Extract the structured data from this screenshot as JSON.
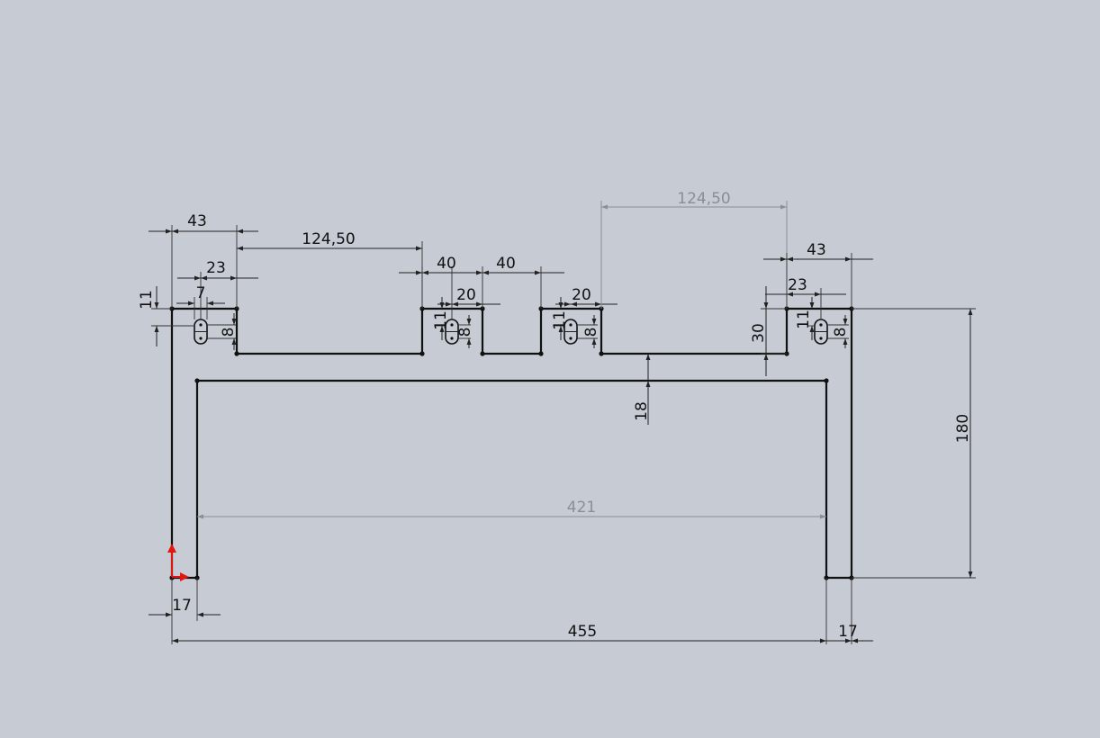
{
  "dimensions": {
    "width_43_left": "43",
    "width_43_right": "43",
    "span_124_left": "124,50",
    "span_124_right": "124,50",
    "offset_40_a": "40",
    "offset_40_b": "40",
    "offset_23_left": "23",
    "offset_23_right": "23",
    "slot_20_a": "20",
    "slot_20_b": "20",
    "slot_7": "7",
    "height_11_left": "11",
    "height_11_s2": "11",
    "height_11_s3": "11",
    "height_11_right": "11",
    "slot_8_s1": "8",
    "slot_8_s2": "8",
    "slot_8_s3": "8",
    "slot_8_s4": "8",
    "depth_30": "30",
    "thickness_18": "18",
    "height_180": "180",
    "inner_421": "421",
    "overall_455": "455",
    "wall_17_left": "17",
    "wall_17_right": "17"
  },
  "colors": {
    "background": "#c6cbd4",
    "geometry": "#111111",
    "driven_dimension": "#8a8e96",
    "origin": "#e3150f"
  },
  "icons": {
    "origin": "sketch-origin-icon"
  }
}
